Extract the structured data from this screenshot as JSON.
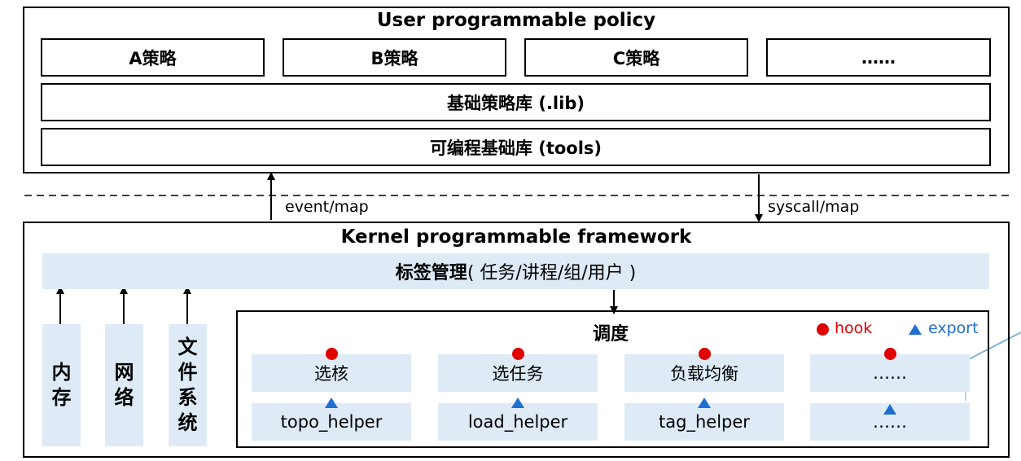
{
  "user_layer": {
    "title": "User programmable policy",
    "policies": [
      "A策略",
      "B策略",
      "C策略",
      "……"
    ],
    "lib": "基础策略库 (.lib)",
    "tools": "可编程基础库 (tools)"
  },
  "interface": {
    "up_label": "event/map",
    "down_label": "syscall/map"
  },
  "kernel_layer": {
    "title": "Kernel programmable framework",
    "tag_bar": {
      "bold": "标签管理",
      "normal": " ( 任务/讲程/组/用户 )"
    },
    "subsystems": [
      [
        "内",
        "存"
      ],
      [
        "网",
        "络"
      ],
      [
        "文",
        "件",
        "系",
        "统"
      ]
    ],
    "scheduler": {
      "title": "调度",
      "legend": {
        "hook": "hook",
        "export": "export",
        "hook_color": "#e00000",
        "export_color": "#1f6fd1"
      },
      "hooks": [
        "选核",
        "选任务",
        "负载均衡",
        "……"
      ],
      "helpers": [
        "topo_helper",
        "load_helper",
        "tag_helper",
        "……"
      ]
    }
  },
  "colors": {
    "panel_fill": "#deebf7",
    "callout_line": "#7fb3d5"
  }
}
